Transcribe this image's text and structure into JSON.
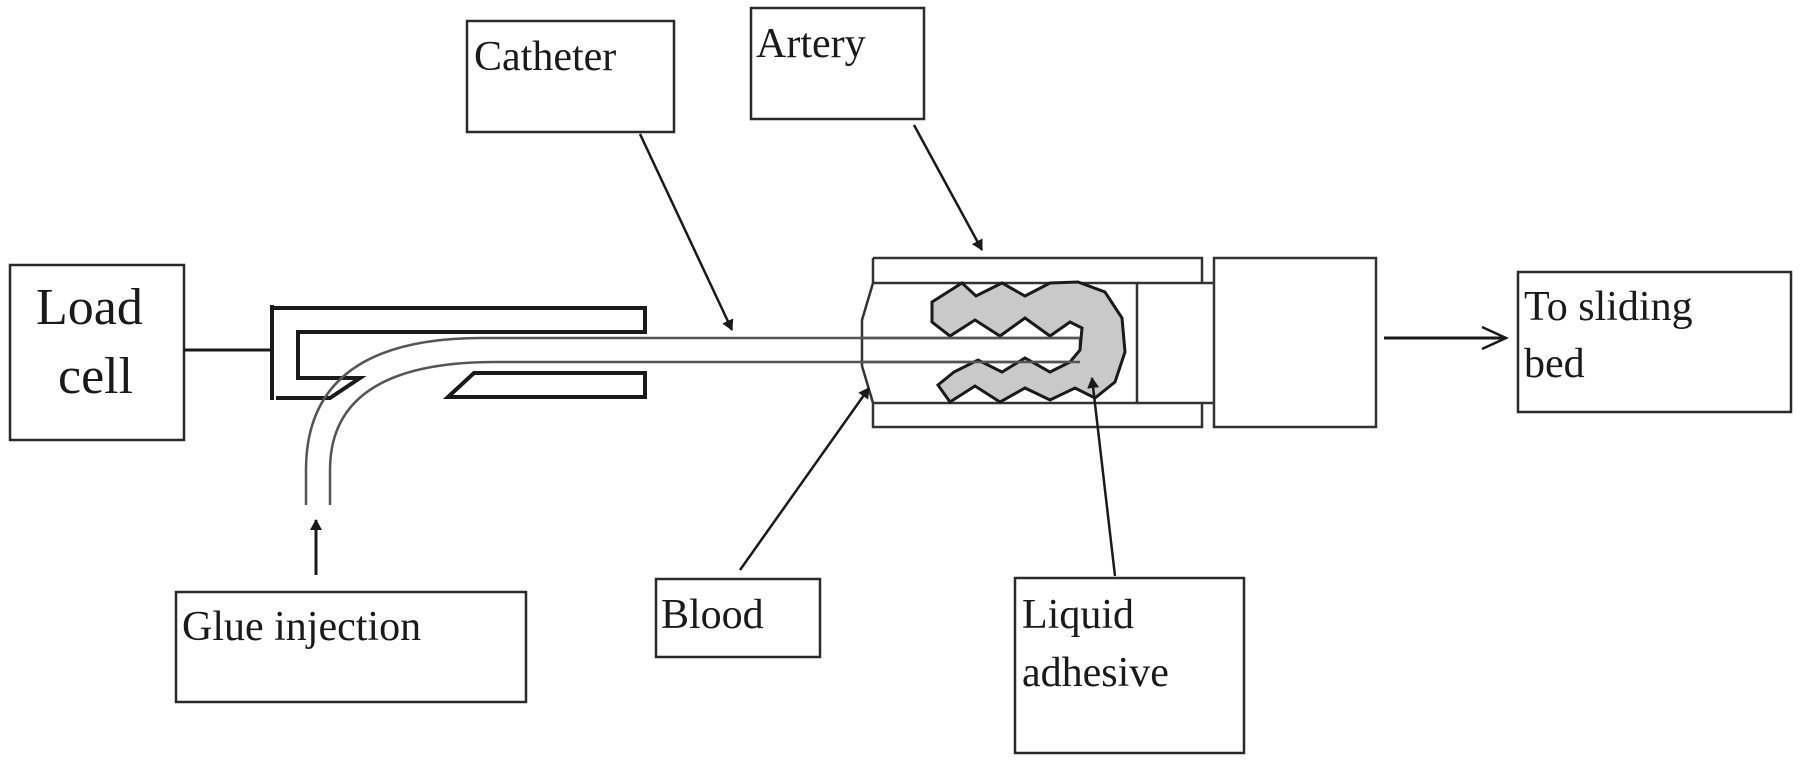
{
  "labels": {
    "load_cell_line1": "Load",
    "load_cell_line2": "cell",
    "catheter": "Catheter",
    "artery": "Artery",
    "to_sliding_bed_line1": "To sliding",
    "to_sliding_bed_line2": "bed",
    "glue_injection": "Glue injection",
    "blood": "Blood",
    "liquid_adhesive_line1": "Liquid",
    "liquid_adhesive_line2": "adhesive"
  },
  "colors": {
    "stroke": "#1a1a1a",
    "adhesive_fill": "#c9c9c9",
    "background": "#ffffff"
  }
}
